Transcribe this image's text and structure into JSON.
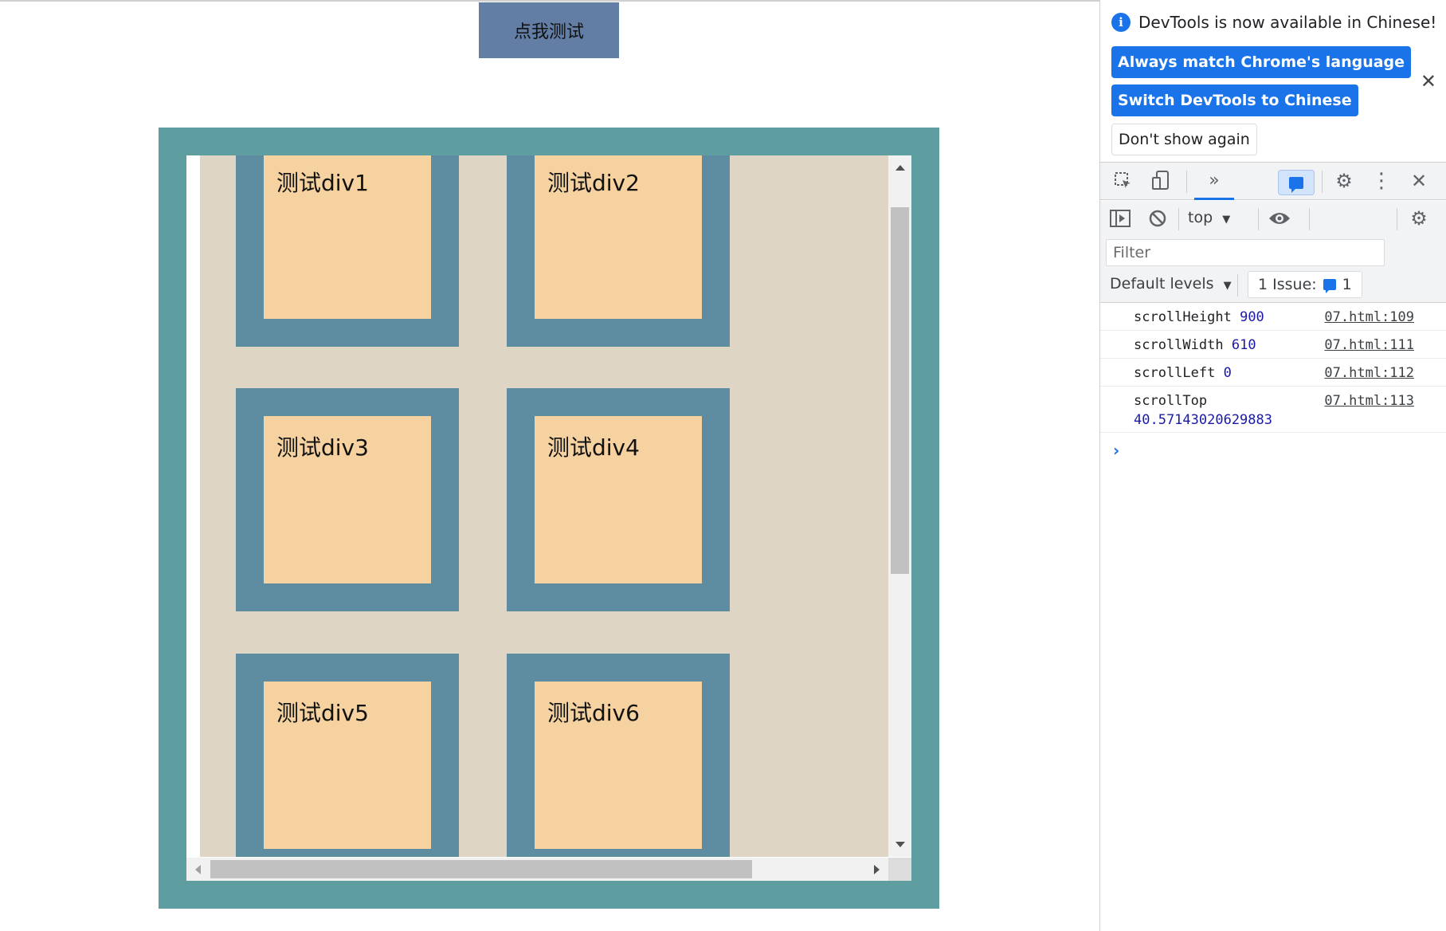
{
  "page": {
    "button_label": "点我测试",
    "tiles": [
      "测试div1",
      "测试div2",
      "测试div3",
      "测试div4",
      "测试div5",
      "测试div6"
    ]
  },
  "devtools": {
    "notice": "DevTools is now available in Chinese!",
    "btn_match_language": "Always match Chrome's language",
    "btn_switch_chinese": "Switch DevTools to Chinese",
    "btn_dont_show": "Don't show again",
    "context_selector": "top",
    "filter_placeholder": "Filter",
    "default_levels": "Default levels",
    "issues_label": "1 Issue:",
    "issues_count": "1",
    "console": [
      {
        "key": "scrollHeight",
        "value": "900",
        "source": "07.html:109"
      },
      {
        "key": "scrollWidth",
        "value": "610",
        "source": "07.html:111"
      },
      {
        "key": "scrollLeft",
        "value": "0",
        "source": "07.html:112"
      },
      {
        "key": "scrollTop",
        "value": "40.57143020629883",
        "source": "07.html:113"
      }
    ],
    "prompt": "›"
  },
  "colors": {
    "button": "#627ea4",
    "outer_border": "#5e9ea0",
    "content_bg": "#ded5c4",
    "tile_border": "#5e8ca0",
    "tile_fill": "#f5d2a0",
    "devtools_accent": "#1a73e8"
  },
  "icons": [
    "info-icon",
    "close-icon",
    "inspect-icon",
    "device-toggle-icon",
    "more-tabs-icon",
    "issues-chat-icon",
    "settings-icon",
    "kebab-menu-icon",
    "sidebar-toggle-icon",
    "clear-console-icon",
    "eye-icon",
    "dropdown-arrow-icon"
  ]
}
